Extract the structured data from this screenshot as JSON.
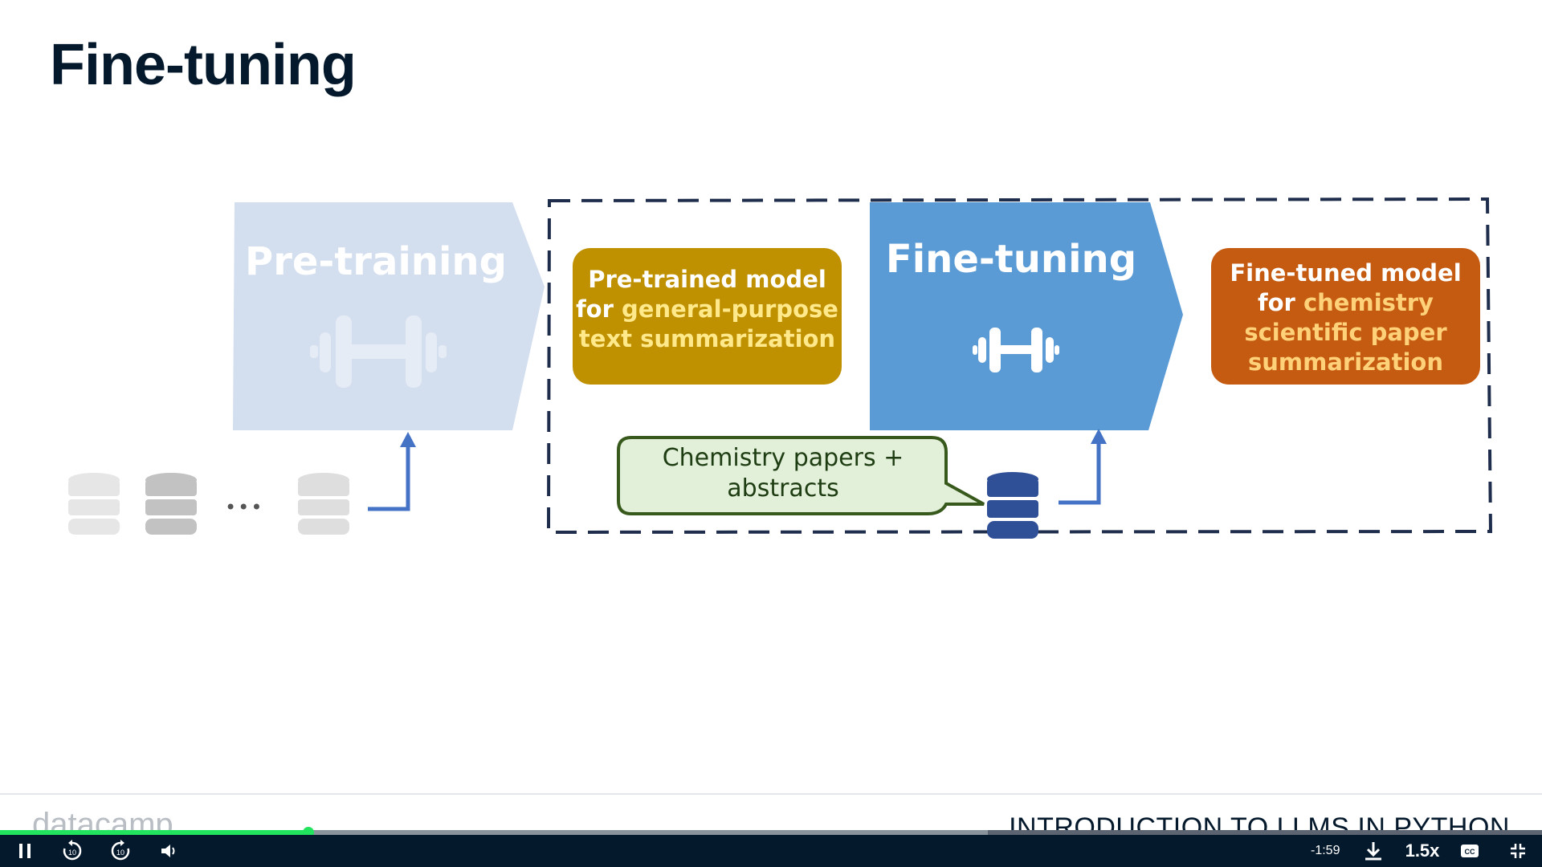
{
  "slide": {
    "title": "Fine-tuning",
    "pretraining_label": "Pre-training",
    "finetuning_label": "Fine-tuning",
    "pretrained_model": {
      "line1": "Pre-trained model",
      "line2_prefix": "for ",
      "line2_highlight": "general-purpose",
      "line3": "text summarization"
    },
    "finetuned_model": {
      "line1": "Fine-tuned model",
      "line2_prefix": "for ",
      "line2_highlight": "chemistry",
      "line3": "scientific paper",
      "line4": "summarization"
    },
    "bubble": {
      "line1": "Chemistry papers +",
      "line2": "abstracts"
    },
    "ellipsis": "•••"
  },
  "footer": {
    "logo": "datacamp",
    "course": "INTRODUCTION TO LLMS IN PYTHON"
  },
  "player": {
    "progress_fraction": 0.2,
    "time_remaining": "-1:59",
    "speed": "1.5x",
    "rewind_seconds": "10",
    "forward_seconds": "10"
  },
  "colors": {
    "pretraining_arrow": "#d3deef",
    "finetuning_arrow": "#5b9bd5",
    "pretrained_box": "#bf9000",
    "finetuned_box": "#c55a11",
    "bubble_fill": "#e2efd9",
    "bubble_stroke": "#38591c",
    "connector": "#4472c4",
    "dashed_frame": "#1f2d4d"
  }
}
